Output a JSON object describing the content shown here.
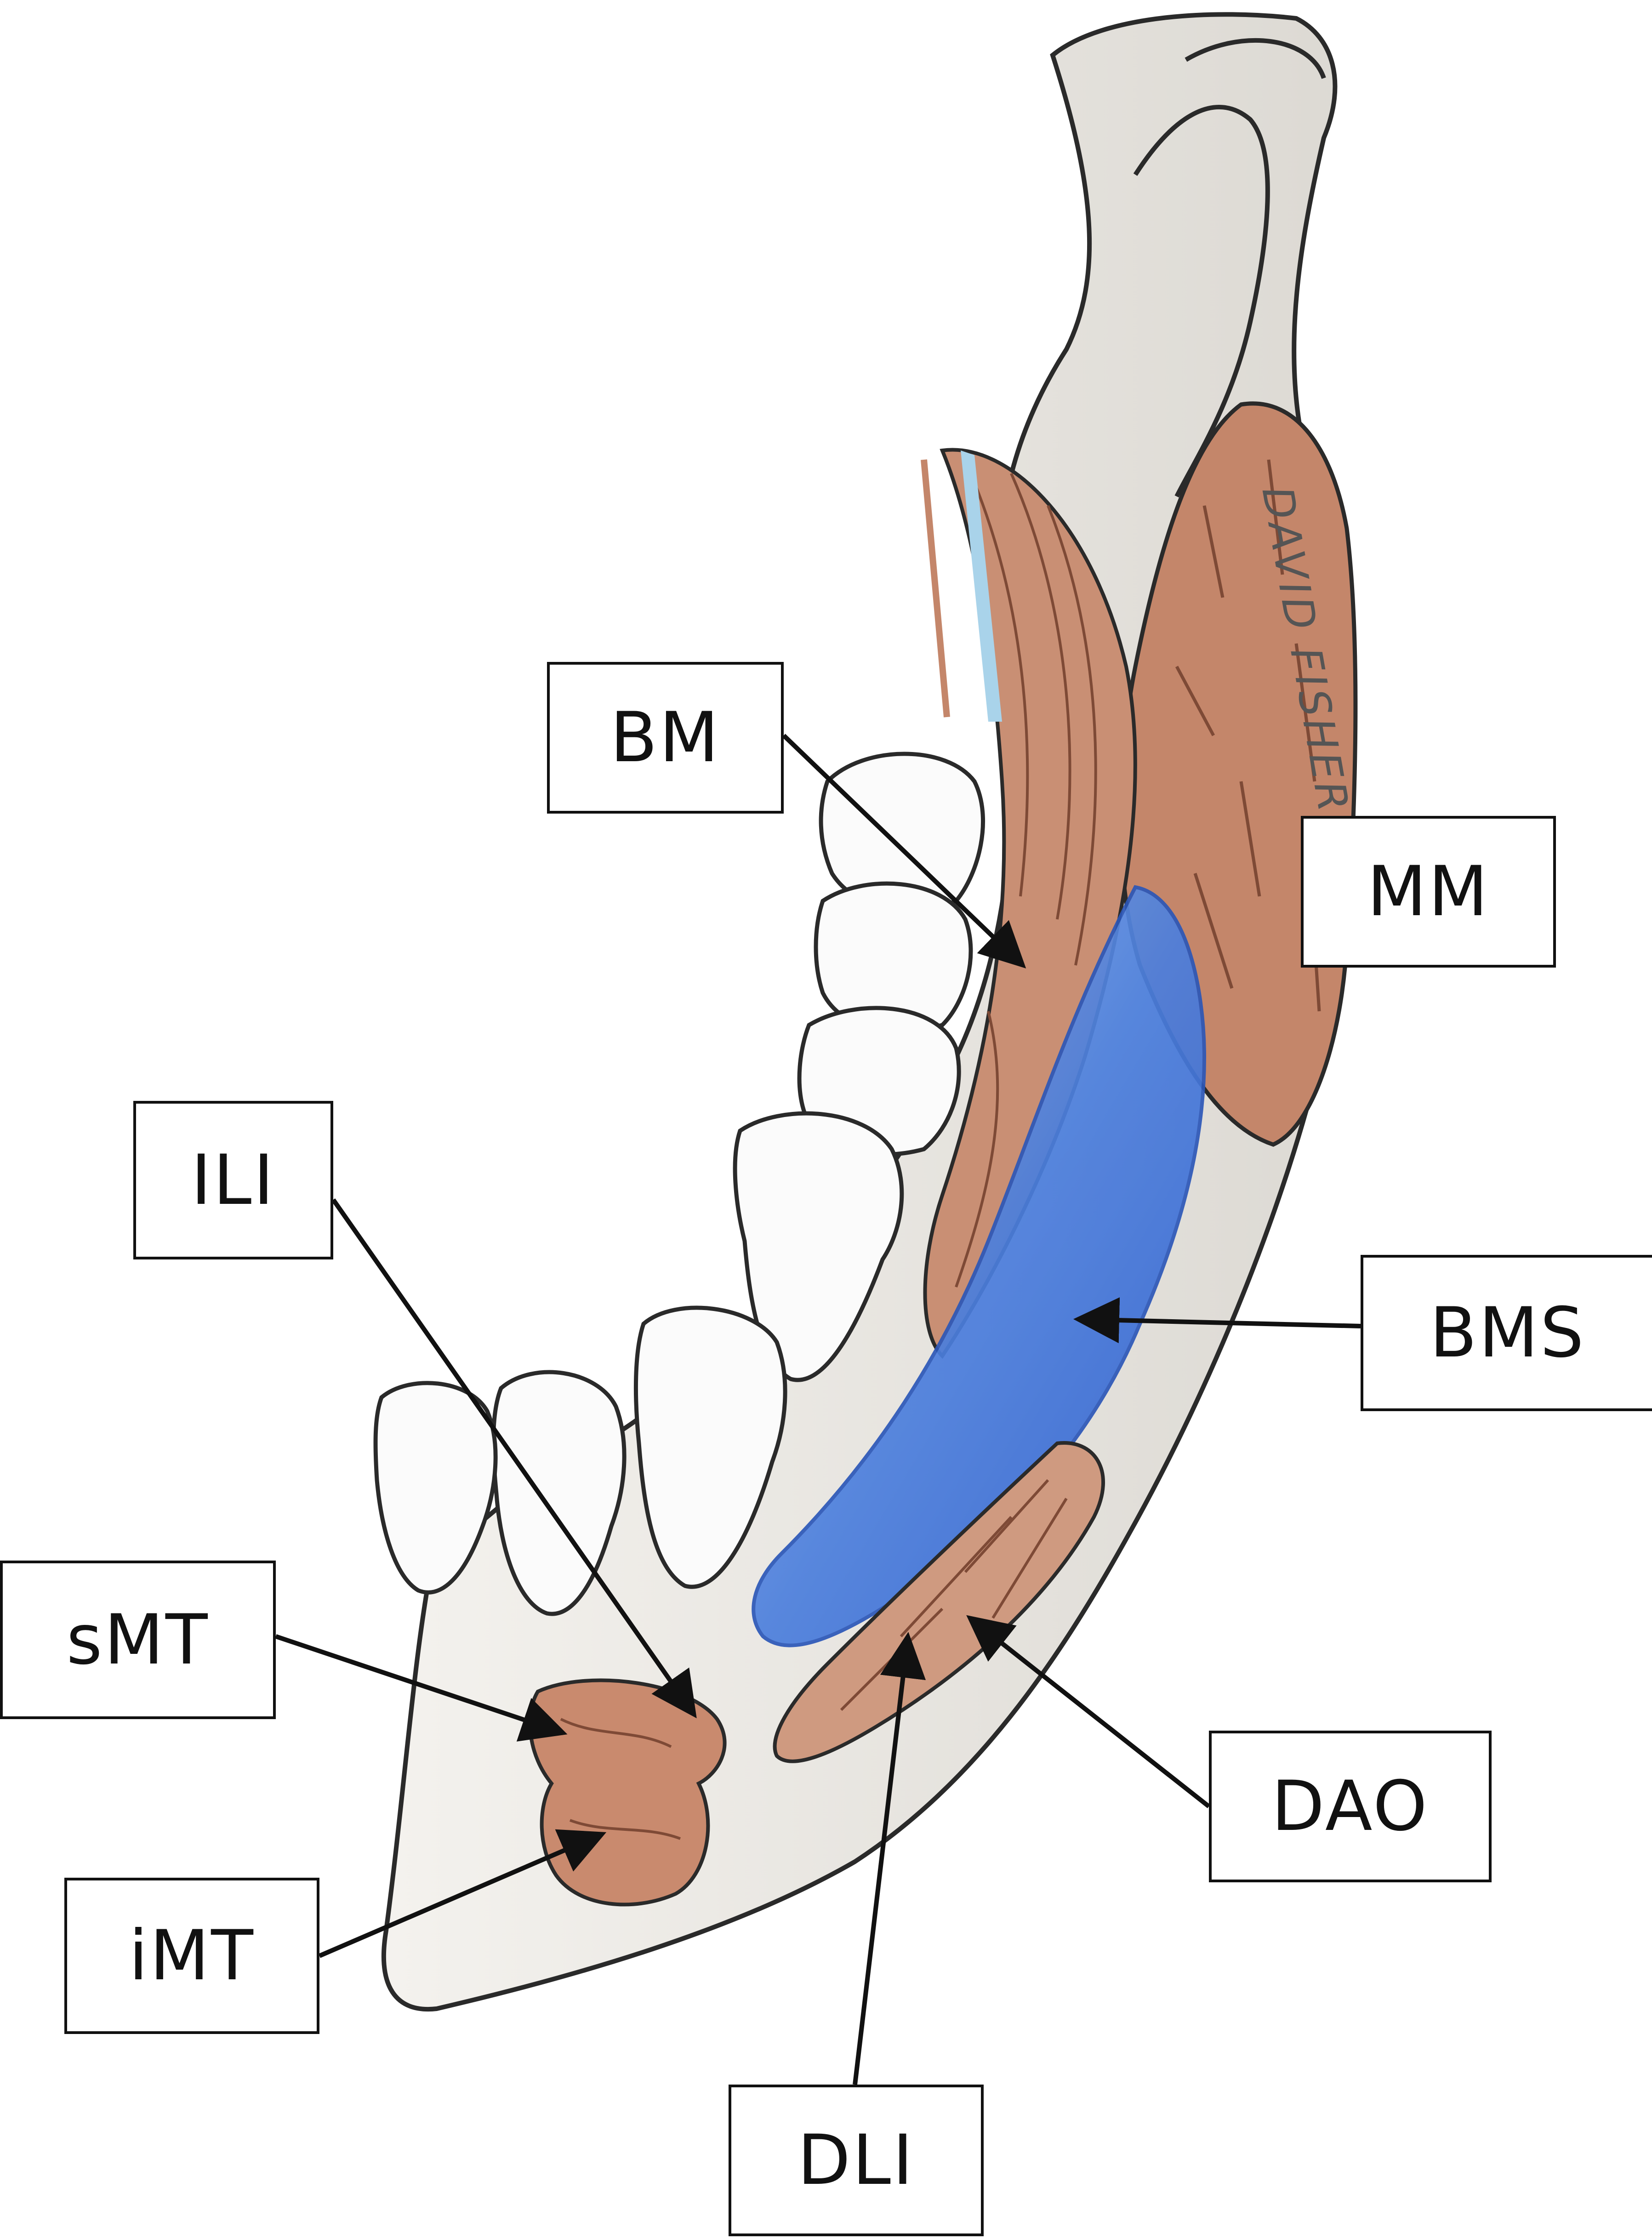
{
  "labels": {
    "BM": "BM",
    "MM": "MM",
    "ILI": "ILI",
    "BMS": "BMS",
    "sMT": "sMT",
    "DAO": "DAO",
    "iMT": "iMT",
    "DLI": "DLI"
  },
  "signature": "DAVID FISHER",
  "colors": {
    "bone": "#eceae5",
    "muscle": "#c4866a",
    "muscle_dark": "#9e5f47",
    "outline": "#2a2a2a",
    "buccal_space": "#3f6fd8",
    "buccal_space_light": "#9fc0ec",
    "tooth": "#fbfbfb"
  }
}
